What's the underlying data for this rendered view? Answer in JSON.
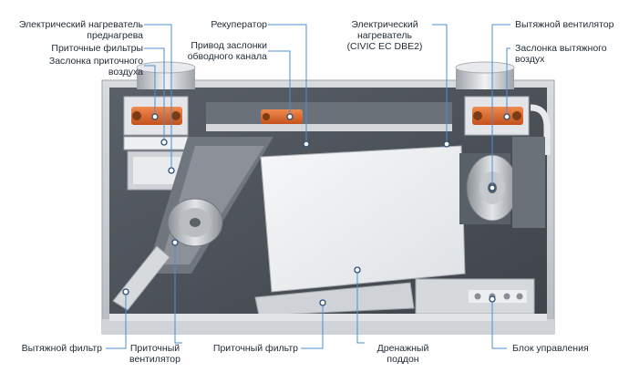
{
  "labels": {
    "preheater_line1": "Электрический нагреватель",
    "preheater_line2": "преднагрева",
    "supply_filters": "Приточные фильтры",
    "supply_damper_line1": "Заслонка приточного",
    "supply_damper_line2": "воздуха",
    "recuperator": "Рекуператор",
    "bypass_drive_line1": "Привод заслонки",
    "bypass_drive_line2": "обводного канала",
    "heater_line1": "Электрический",
    "heater_line2": "нагреватель",
    "heater_line3": "(CIVIC EC DBE2)",
    "exhaust_fan": "Вытяжной вентилятор",
    "exhaust_damper_line1": "Заслонка вытяжного",
    "exhaust_damper_line2": "воздух",
    "exhaust_filter": "Вытяжной фильтр",
    "supply_fan_line1": "Приточный",
    "supply_fan_line2": "вентилятор",
    "supply_filter": "Приточный фильтр",
    "drain_pan_line1": "Дренажный",
    "drain_pan_line2": "поддон",
    "control_unit": "Блок управления"
  },
  "colors": {
    "leader_line": "#4a8fd6",
    "marker_ring": "#2b4f7a",
    "housing": "#c9ccd0",
    "interior_dark": "#4d5259",
    "damper_orange": "#e0672a",
    "text": "#1f2a36"
  }
}
